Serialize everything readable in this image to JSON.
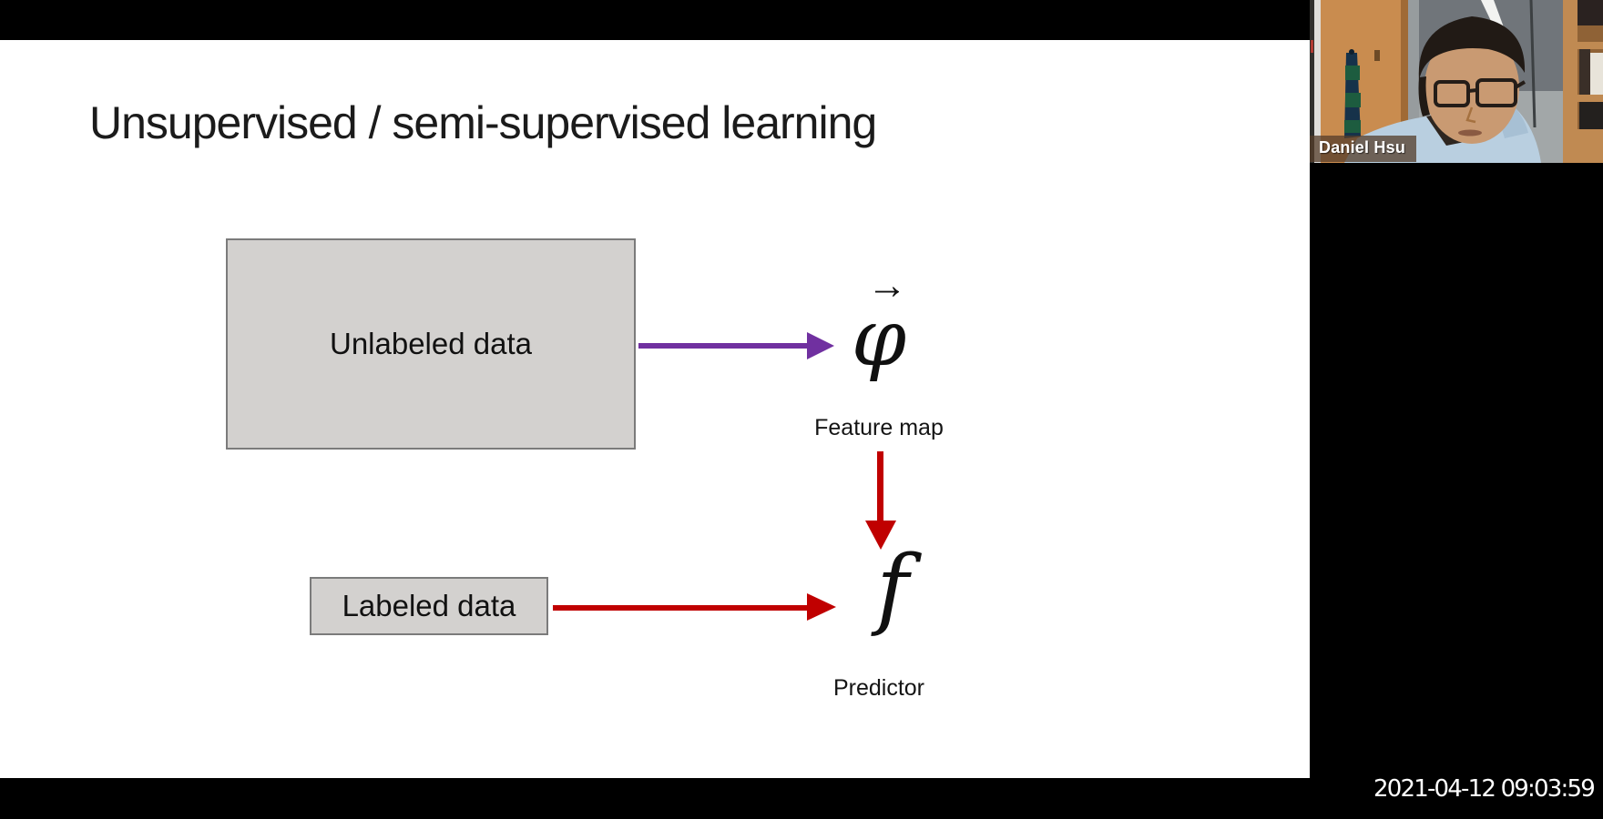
{
  "slide": {
    "title": "Unsupervised / semi-supervised learning",
    "unlabeled_box_label": "Unlabeled data",
    "labeled_box_label": "Labeled data",
    "feature_map_symbol": "φ",
    "feature_map_vector_arrow": "→",
    "feature_map_label": "Feature map",
    "predictor_symbol": "f",
    "predictor_label": "Predictor"
  },
  "diagram": {
    "type": "flow",
    "nodes": [
      "Unlabeled data",
      "Feature map (φ)",
      "Labeled data",
      "Predictor (f)"
    ],
    "edges": [
      {
        "from": "Unlabeled data",
        "to": "Feature map (φ)",
        "color": "#7030a0"
      },
      {
        "from": "Feature map (φ)",
        "to": "Predictor (f)",
        "color": "#c00000"
      },
      {
        "from": "Labeled data",
        "to": "Predictor (f)",
        "color": "#c00000"
      }
    ]
  },
  "webcam": {
    "name_label": "Daniel Hsu"
  },
  "timestamp": "2021-04-12 09:03:59",
  "colors": {
    "page_bg": "#000000",
    "slide_bg": "#ffffff",
    "purple_arrow": "#7030a0",
    "red_arrow": "#c00000",
    "box_fill": "#d3d1cf",
    "box_border": "#7b7b7b",
    "timestamp_color": "#ffffff",
    "name_tag_bg": "rgba(84,60,42,0.75)"
  }
}
